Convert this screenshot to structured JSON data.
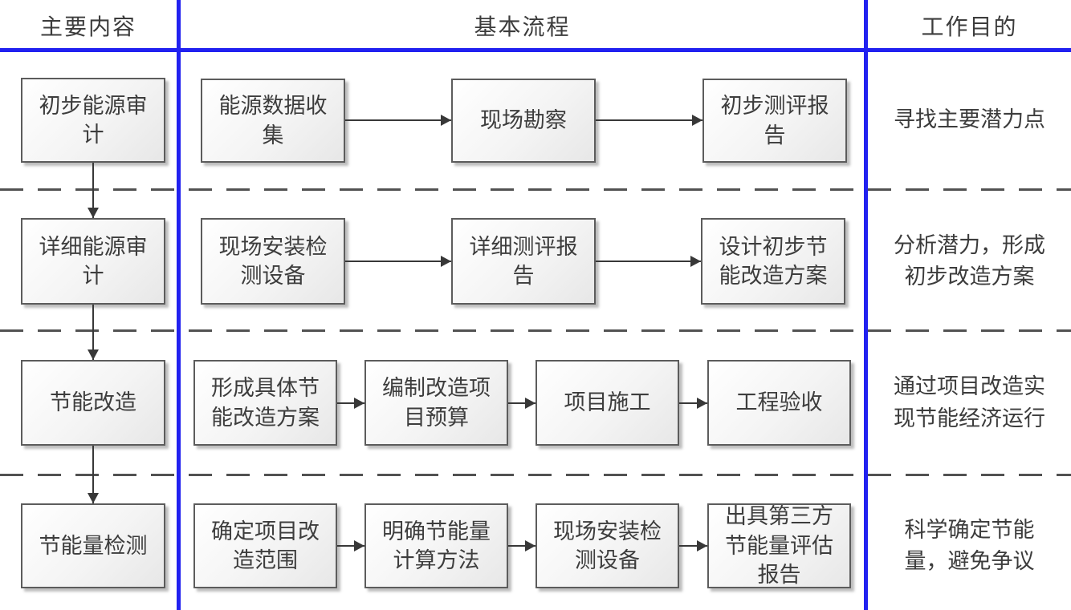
{
  "headers": {
    "left": "主要内容",
    "middle": "基本流程",
    "right": "工作目的"
  },
  "rows": [
    {
      "stage": "初步能源审\n计",
      "steps": [
        "能源数据收\n集",
        "现场勘察",
        "初步测评报\n告"
      ],
      "purpose": "寻找主要潜力点"
    },
    {
      "stage": "详细能源审\n计",
      "steps": [
        "现场安装检\n测设备",
        "详细测评报\n告",
        "设计初步节\n能改造方案"
      ],
      "purpose": "分析潜力，形成\n初步改造方案"
    },
    {
      "stage": "节能改造",
      "steps": [
        "形成具体节\n能改造方案",
        "编制改造项\n目预算",
        "项目施工",
        "工程验收"
      ],
      "purpose": "通过项目改造实\n现节能经济运行"
    },
    {
      "stage": "节能量检测",
      "steps": [
        "确定项目改\n造范围",
        "明确节能量\n计算方法",
        "现场安装检\n测设备",
        "出具第三方\n节能量评估\n报告"
      ],
      "purpose": "科学确定节能\n量，避免争议"
    }
  ],
  "colors": {
    "divider_blue": "#2121f0",
    "box_border": "#5c5c5c",
    "dash_gray": "#525252",
    "text": "#3d3d3d"
  }
}
